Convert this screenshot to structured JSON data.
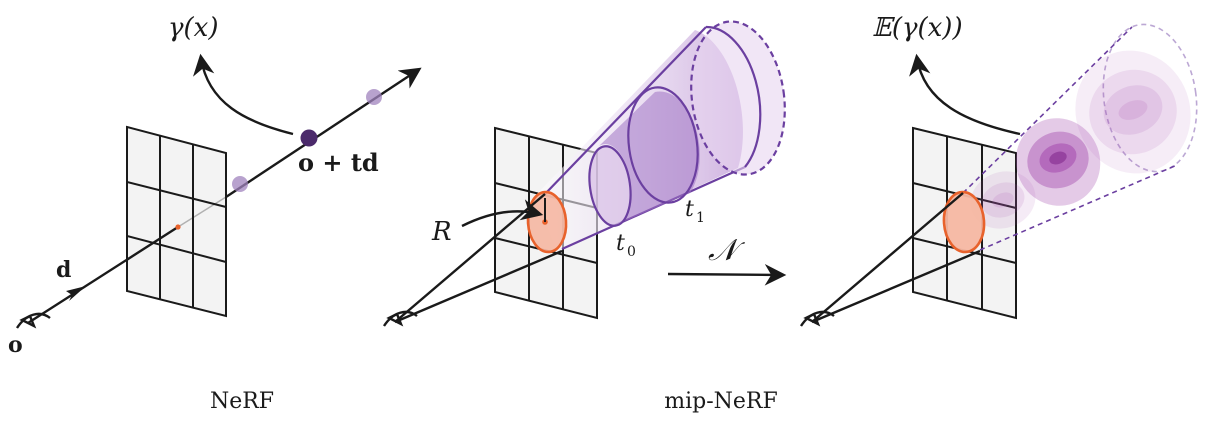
{
  "colors": {
    "ink": "#1a1a1a",
    "grid_fill": "#f3f3f3",
    "orange": "#e8622c",
    "orange_fill": "#f5b7a2",
    "purple_dark": "#4b2a6b",
    "purple_line": "#6b3fa0",
    "purple_light": "#c9a9dc",
    "purple_sample": "#a083bd",
    "gauss": "#a74fb0"
  },
  "labels": {
    "gamma_x": "γ(x)",
    "expect_gamma": "𝔼(γ(x))",
    "o": "o",
    "d": "d",
    "o_plus_td": "o + td",
    "R": "R",
    "t0": "t",
    "t0_sub": "0",
    "t1": "t",
    "t1_sub": "1",
    "N": "𝒩"
  },
  "captions": {
    "nerf": "NeRF",
    "mipnerf": "mip-NeRF"
  },
  "icons": {
    "camera": "camera-eye-icon",
    "arrow": "arrow-icon"
  }
}
